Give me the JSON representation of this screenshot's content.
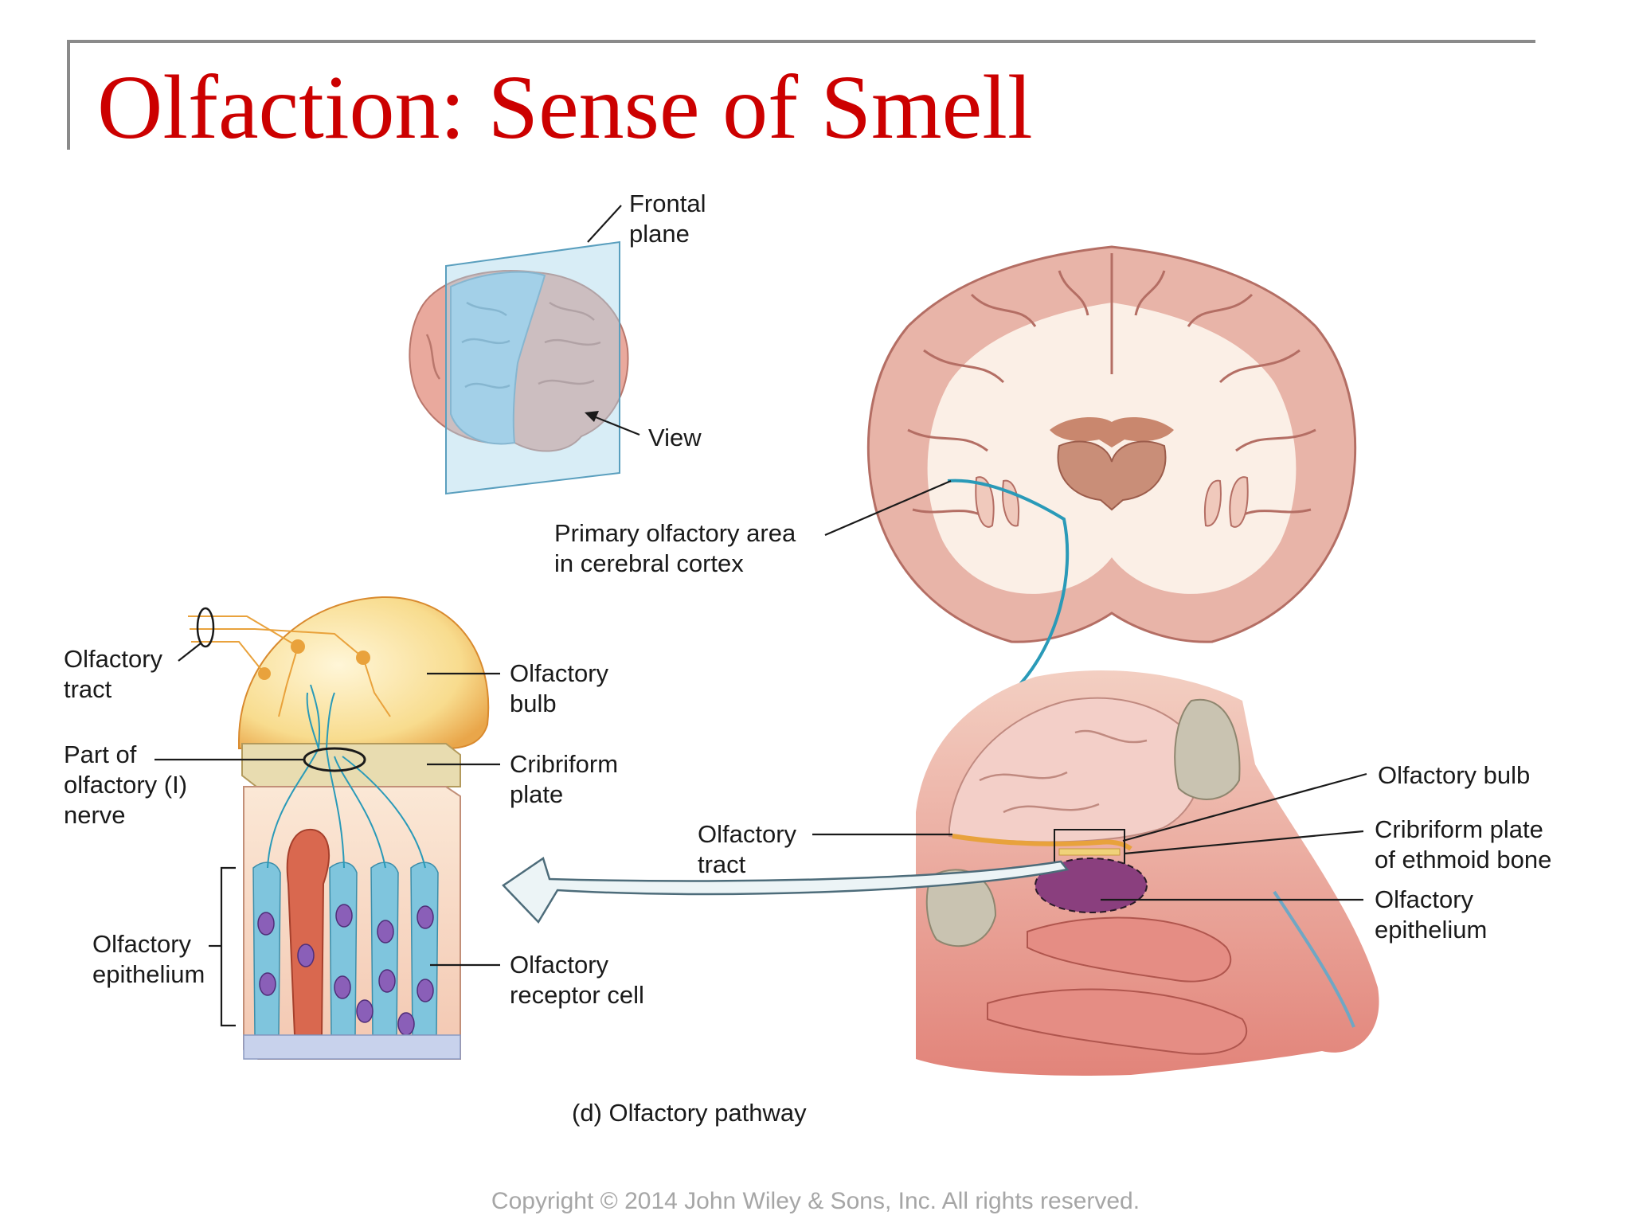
{
  "title": "Olfaction: Sense of Smell",
  "copyright": "Copyright © 2014 John Wiley & Sons, Inc. All rights reserved.",
  "caption": "(d) Olfactory pathway",
  "labels": {
    "frontal_plane": [
      "Frontal",
      "plane"
    ],
    "view": "View",
    "primary_olfactory_area": [
      "Primary olfactory area",
      "in cerebral cortex"
    ],
    "left_olfactory_tract": [
      "Olfactory",
      "tract"
    ],
    "left_olfactory_bulb": [
      "Olfactory",
      "bulb"
    ],
    "part_of_nerve": [
      "Part of",
      "olfactory (I)",
      "nerve"
    ],
    "left_cribriform_plate": [
      "Cribriform",
      "plate"
    ],
    "left_olfactory_epithelium": [
      "Olfactory",
      "epithelium"
    ],
    "olfactory_receptor_cell": [
      "Olfactory",
      "receptor cell"
    ],
    "mid_olfactory_tract": [
      "Olfactory",
      "tract"
    ],
    "right_olfactory_bulb": "Olfactory bulb",
    "right_cribriform_plate": [
      "Cribriform plate",
      "of ethmoid bone"
    ],
    "right_olfactory_epithelium": [
      "Olfactory",
      "epithelium"
    ]
  },
  "colors": {
    "title": "#cc0000",
    "frame": "#8a8a8a",
    "brain_pink": "#e8b4a8",
    "white_matter": "#fbefe6",
    "neural_pathway": "#2a9ab8",
    "plane_blue": "#a8d8ec",
    "epithelium_purple": "#8a3f7e"
  }
}
